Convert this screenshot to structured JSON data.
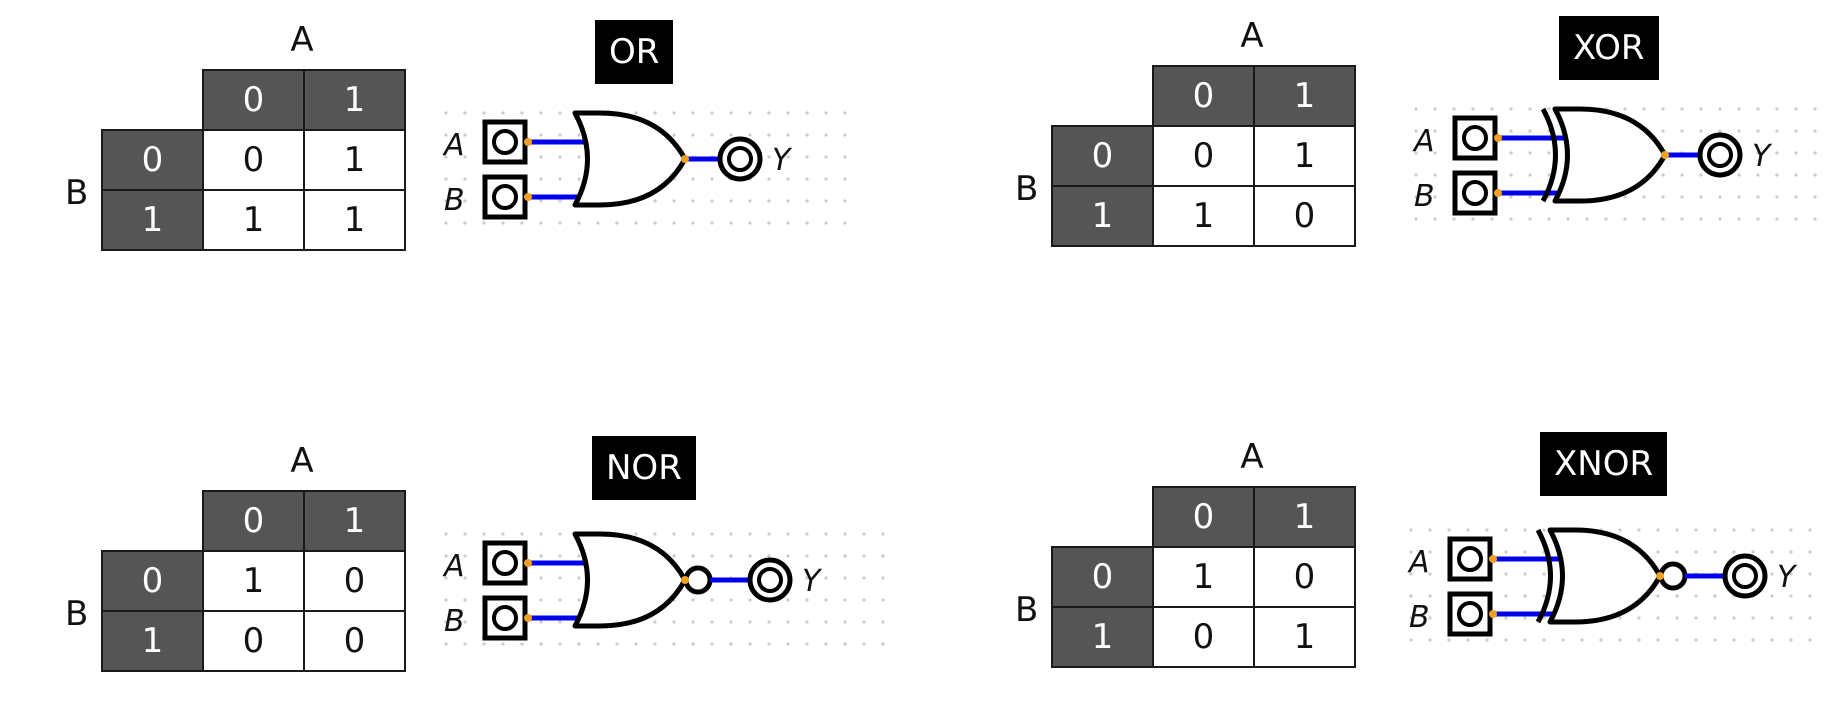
{
  "panels": [
    {
      "gate": "OR",
      "input_a": "A",
      "input_b": "B",
      "col_values": [
        "0",
        "1"
      ],
      "row_values": [
        "0",
        "1"
      ],
      "cells": [
        [
          "0",
          "1"
        ],
        [
          "1",
          "1"
        ]
      ],
      "circuit": {
        "inputs": [
          "A",
          "B"
        ],
        "output": "Y"
      }
    },
    {
      "gate": "XOR",
      "input_a": "A",
      "input_b": "B",
      "col_values": [
        "0",
        "1"
      ],
      "row_values": [
        "0",
        "1"
      ],
      "cells": [
        [
          "0",
          "1"
        ],
        [
          "1",
          "0"
        ]
      ],
      "circuit": {
        "inputs": [
          "A",
          "B"
        ],
        "output": "Y"
      }
    },
    {
      "gate": "NOR",
      "input_a": "A",
      "input_b": "B",
      "col_values": [
        "0",
        "1"
      ],
      "row_values": [
        "0",
        "1"
      ],
      "cells": [
        [
          "1",
          "0"
        ],
        [
          "0",
          "0"
        ]
      ],
      "circuit": {
        "inputs": [
          "A",
          "B"
        ],
        "output": "Y"
      }
    },
    {
      "gate": "XNOR",
      "input_a": "A",
      "input_b": "B",
      "col_values": [
        "0",
        "1"
      ],
      "row_values": [
        "0",
        "1"
      ],
      "cells": [
        [
          "1",
          "0"
        ],
        [
          "0",
          "1"
        ]
      ],
      "circuit": {
        "inputs": [
          "A",
          "B"
        ],
        "output": "Y"
      }
    }
  ],
  "colors": {
    "header_fill": "#555555",
    "wire": "#0000ee",
    "pin": "#f0a020",
    "grid_dot": "#cccccc",
    "label_bg": "#000000"
  }
}
